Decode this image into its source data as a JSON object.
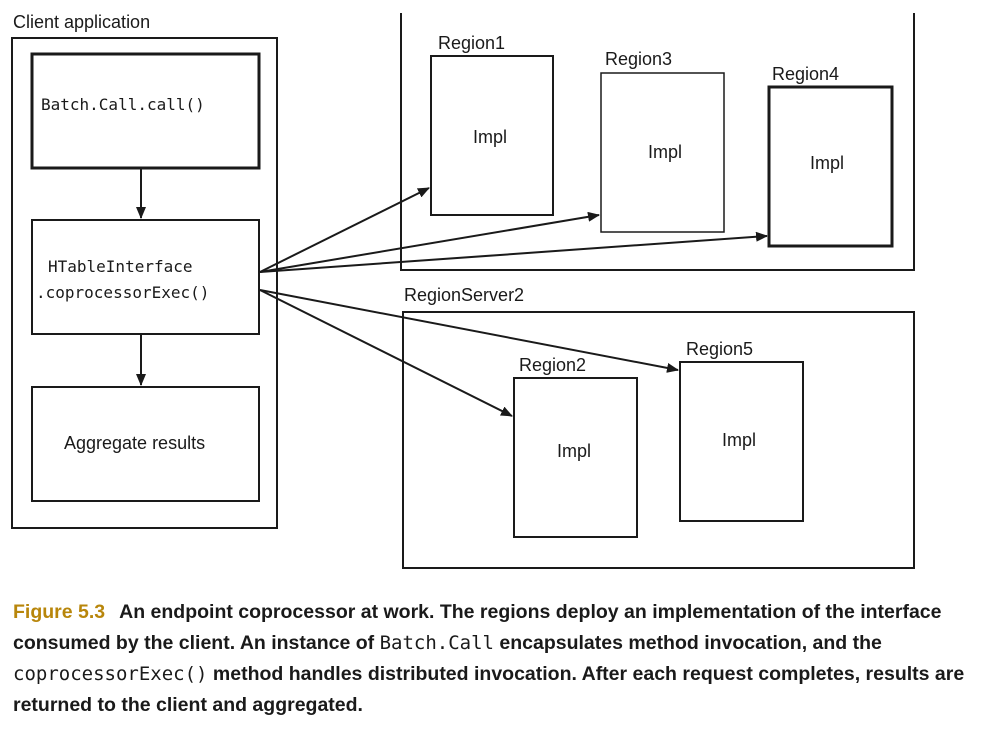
{
  "client": {
    "title": "Client application",
    "batch_call": "Batch.Call.call()",
    "htable_line1": "HTableInterface",
    "htable_line2": ".coprocessorExec()",
    "aggregate": "Aggregate results"
  },
  "regionserver1": {
    "regions": [
      {
        "name": "Region1",
        "impl": "Impl"
      },
      {
        "name": "Region3",
        "impl": "Impl"
      },
      {
        "name": "Region4",
        "impl": "Impl"
      }
    ]
  },
  "regionserver2": {
    "title": "RegionServer2",
    "regions": [
      {
        "name": "Region2",
        "impl": "Impl"
      },
      {
        "name": "Region5",
        "impl": "Impl"
      }
    ]
  },
  "caption": {
    "label": "Figure 5.3",
    "part1": "An endpoint coprocessor at work. The regions deploy an implementation of the interface consumed by the client. An instance of ",
    "code1": "Batch.Call",
    "part2": " encapsulates method invocation, and the ",
    "code2": "coprocessorExec()",
    "part3": " method handles distributed invocation. After each request completes, results are returned to the client and aggregated."
  },
  "colors": {
    "caption_label": "#b8860b",
    "ink": "#1a1a1a"
  }
}
